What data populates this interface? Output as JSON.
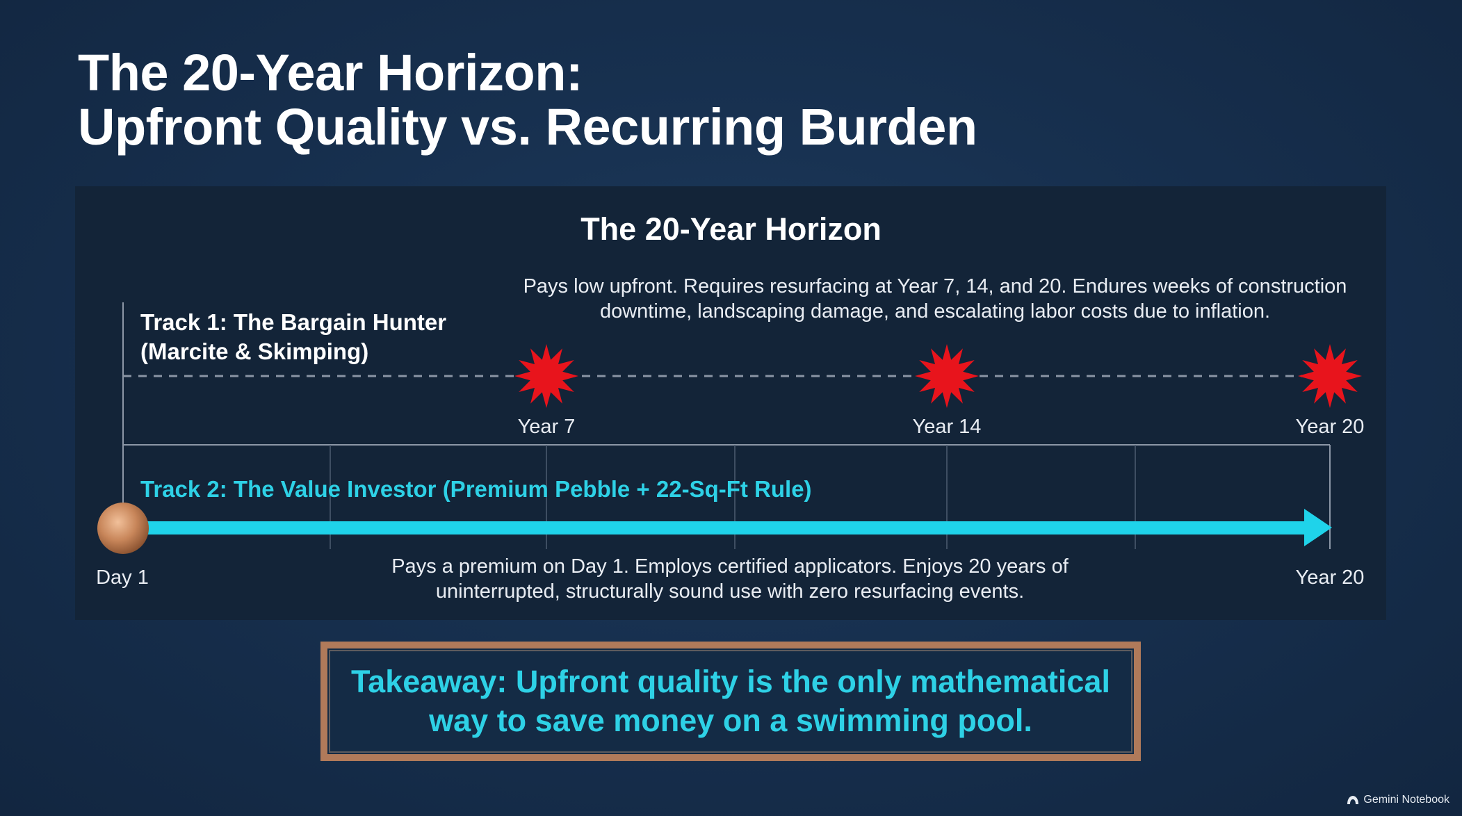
{
  "slide": {
    "title_line1": "The 20-Year Horizon:",
    "title_line2": "Upfront Quality vs. Recurring Burden"
  },
  "diagram": {
    "title": "The 20-Year Horizon",
    "track1": {
      "label_line1": "Track 1: The Bargain Hunter",
      "label_line2": "(Marcite & Skimping)",
      "description": "Pays low upfront. Requires resurfacing at Year 7, 14, and 20. Endures weeks of construction downtime, landscaping damage, and escalating labor costs due to inflation.",
      "events": [
        "Year 7",
        "Year 14",
        "Year 20"
      ],
      "event_icon": "red-burst-icon",
      "event_color": "#e8141c"
    },
    "track2": {
      "label": "Track 2: The Value Investor (Premium Pebble + 22-Sq-Ft Rule)",
      "description": "Pays a premium on Day 1. Employs certified applicators. Enjoys 20 years of uninterrupted, structurally sound use with zero resurfacing events.",
      "start_label": "Day 1",
      "end_label": "Year 20",
      "arrow_color": "#1fd3ea",
      "start_marker_color": "#c8865a"
    }
  },
  "takeaway": {
    "text": "Takeaway: Upfront quality is the only mathematical way to save money on a swimming pool.",
    "border_color": "#b07a5a",
    "text_color": "#2ed1e6"
  },
  "watermark": {
    "text": "Gemini Notebook",
    "icon": "notebook-logo-icon"
  }
}
